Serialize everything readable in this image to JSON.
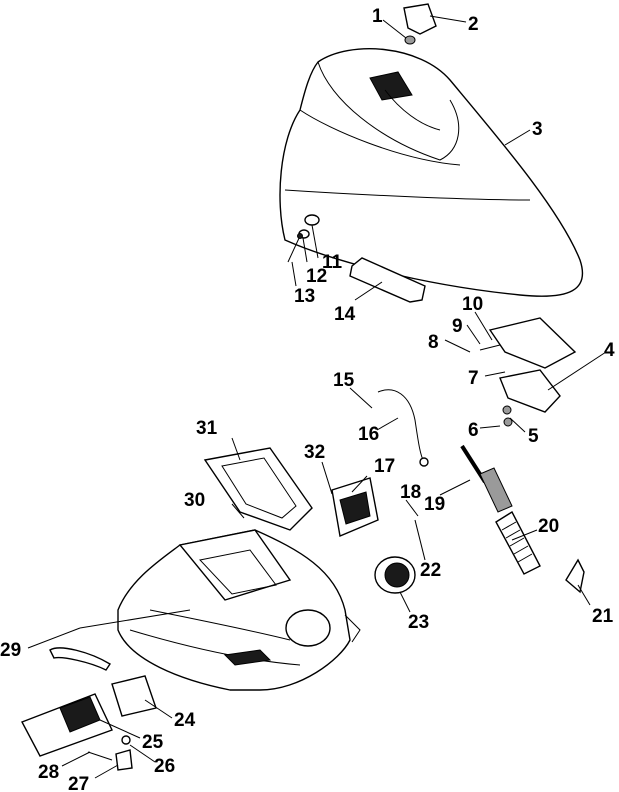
{
  "callouts": [
    {
      "id": "c1",
      "text": "1"
    },
    {
      "id": "c2",
      "text": "2"
    },
    {
      "id": "c3",
      "text": "3"
    },
    {
      "id": "c4",
      "text": "4"
    },
    {
      "id": "c5",
      "text": "5"
    },
    {
      "id": "c6",
      "text": "6"
    },
    {
      "id": "c7",
      "text": "7"
    },
    {
      "id": "c8",
      "text": "8"
    },
    {
      "id": "c9",
      "text": "9"
    },
    {
      "id": "c10",
      "text": "10"
    },
    {
      "id": "c11",
      "text": "11"
    },
    {
      "id": "c12",
      "text": "12"
    },
    {
      "id": "c13",
      "text": "13"
    },
    {
      "id": "c14",
      "text": "14"
    },
    {
      "id": "c15",
      "text": "15"
    },
    {
      "id": "c16",
      "text": "16"
    },
    {
      "id": "c17",
      "text": "17"
    },
    {
      "id": "c18",
      "text": "18"
    },
    {
      "id": "c19",
      "text": "19"
    },
    {
      "id": "c20",
      "text": "20"
    },
    {
      "id": "c21",
      "text": "21"
    },
    {
      "id": "c22",
      "text": "22"
    },
    {
      "id": "c23",
      "text": "23"
    },
    {
      "id": "c24",
      "text": "24"
    },
    {
      "id": "c25",
      "text": "25"
    },
    {
      "id": "c26",
      "text": "26"
    },
    {
      "id": "c27",
      "text": "27"
    },
    {
      "id": "c28",
      "text": "28"
    },
    {
      "id": "c29",
      "text": "29"
    },
    {
      "id": "c30",
      "text": "30"
    },
    {
      "id": "c31",
      "text": "31"
    },
    {
      "id": "c32",
      "text": "32"
    }
  ]
}
